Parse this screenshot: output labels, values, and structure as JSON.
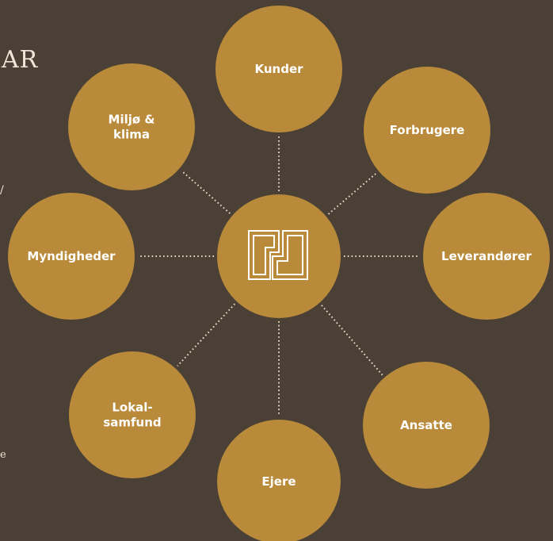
{
  "cut_text": {
    "title": "AR",
    "mark_1": "/",
    "mark_2": "e"
  },
  "colors": {
    "background": "#4a4036",
    "node": "#b98a3a",
    "label": "#ffffff",
    "connector": "#e8dcc8"
  },
  "hub": {
    "icon": "company-logo-icon"
  },
  "nodes": [
    {
      "id": "kunder",
      "lines": [
        "Kunder"
      ]
    },
    {
      "id": "forbrugere",
      "lines": [
        "Forbrugere"
      ]
    },
    {
      "id": "leverandorer",
      "lines": [
        "Leverandører"
      ]
    },
    {
      "id": "ansatte",
      "lines": [
        "Ansatte"
      ]
    },
    {
      "id": "ejere",
      "lines": [
        "Ejere"
      ]
    },
    {
      "id": "lokalsamfund",
      "lines": [
        "Lokal-",
        "samfund"
      ]
    },
    {
      "id": "myndigheder",
      "lines": [
        "Myndigheder"
      ]
    },
    {
      "id": "miljo-klima",
      "lines": [
        "Miljø &",
        "klima"
      ]
    }
  ]
}
